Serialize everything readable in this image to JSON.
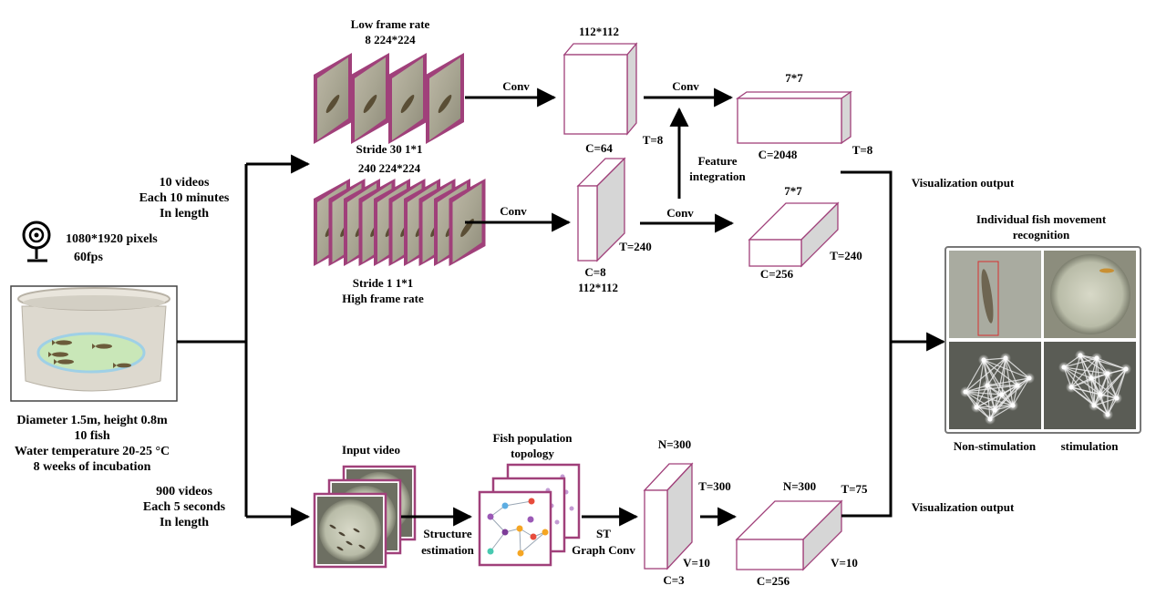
{
  "camera": {
    "resolution": "1080*1920 pixels",
    "fps": "60fps"
  },
  "tank": {
    "diameter_height": "Diameter 1.5m, height 0.8m",
    "fish_count": "10 fish",
    "temperature": "Water temperature 20-25 °C",
    "incubation": "8 weeks of incubation"
  },
  "upper_input": {
    "line1": "10 videos",
    "line2": "Each 10 minutes",
    "line3": "In length"
  },
  "lower_input": {
    "line1": "900 videos",
    "line2": "Each 5 seconds",
    "line3": "In length"
  },
  "slow_path": {
    "title": "Low frame rate",
    "dims": "8 224*224",
    "stride": "Stride 30 1*1",
    "conv1": "Conv",
    "block1": {
      "size": "112*112",
      "c": "C=64",
      "t": "T=8"
    },
    "conv2": "Conv",
    "block2": {
      "size": "7*7",
      "c": "C=2048",
      "t": "T=8"
    }
  },
  "fast_path": {
    "dims": "240 224*224",
    "stride": "Stride 1 1*1",
    "title": "High frame rate",
    "conv1": "Conv",
    "block1": {
      "size": "112*112",
      "c": "C=8",
      "t": "T=240"
    },
    "conv2": "Conv",
    "block2": {
      "size": "7*7",
      "c": "C=256",
      "t": "T=240"
    }
  },
  "feature_integration": {
    "line1": "Feature",
    "line2": "integration"
  },
  "graph_path": {
    "input_video": "Input video",
    "topology_line1": "Fish population",
    "topology_line2": "topology",
    "structure_line1": "Structure",
    "structure_line2": "estimation",
    "stgc_line1": "ST",
    "stgc_line2": "Graph Conv",
    "block1": {
      "n": "N=300",
      "t": "T=300",
      "v": "V=10",
      "c": "C=3"
    },
    "block2": {
      "n": "N=300",
      "t": "T=75",
      "v": "V=10",
      "c": "C=256"
    }
  },
  "outputs": {
    "upper": "Visualization output",
    "lower": "Visualization output",
    "panel_title_line1": "Individual fish movement",
    "panel_title_line2": "recognition",
    "non_stim": "Non-stimulation",
    "stim": "stimulation"
  },
  "colors": {
    "frame_border": "#a0407a",
    "cube_edge": "#a0407a",
    "cube_shade": "#d6d6d6"
  }
}
